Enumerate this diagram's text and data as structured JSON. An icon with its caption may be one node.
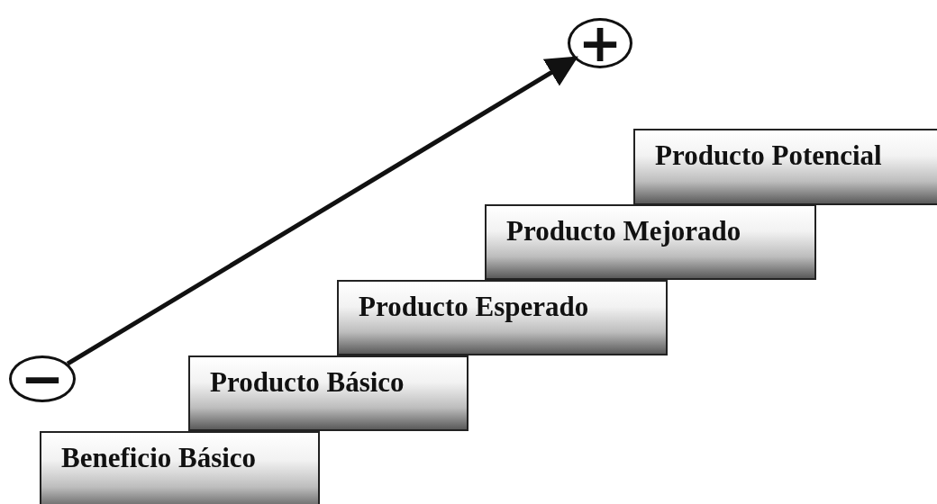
{
  "diagram": {
    "nodes": [
      {
        "text": [
          "+"
        ]
      },
      {
        "text": [
          "Producto Potencial"
        ]
      },
      {
        "text": [
          "Producto Mejorado"
        ]
      },
      {
        "text": [
          "Producto Esperado"
        ]
      },
      {
        "text": [
          "Producto Básico"
        ]
      },
      {
        "text": [
          "−"
        ]
      },
      {
        "text": [
          "Beneficio Básico"
        ]
      }
    ],
    "edges": [
      {
        "from": 5,
        "to": 0,
        "arrow": "to"
      }
    ]
  }
}
